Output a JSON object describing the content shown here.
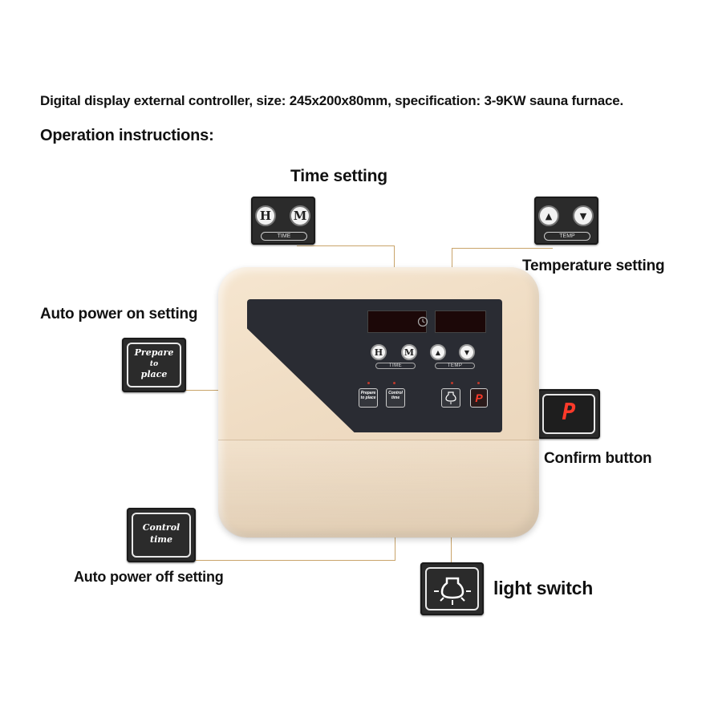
{
  "headline": "Digital display external controller, size: 245x200x80mm, specification: 3-9KW sauna furnace.",
  "section_title": "Operation instructions:",
  "labels": {
    "time_setting": "Time setting",
    "temperature_setting": "Temperature setting",
    "auto_power_on": "Auto power on setting",
    "confirm_button": "Confirm button",
    "auto_power_off": "Auto power off setting",
    "light_switch": "light switch"
  },
  "callouts": {
    "time": {
      "h": "H",
      "m": "M",
      "caption": "TIME"
    },
    "temp": {
      "up": "▲",
      "down": "▼",
      "caption": "TEMP"
    },
    "prepare": {
      "line1": "Prepare",
      "line2": "to",
      "line3": "place"
    },
    "confirm": {
      "display": "P"
    },
    "control": {
      "line1": "Control",
      "line2": "time"
    }
  },
  "device": {
    "time_caption": "TIME",
    "temp_caption": "TEMP",
    "h": "H",
    "m": "M",
    "prepare_btn": "Prepare to place",
    "control_btn": "Control time",
    "confirm_btn": "P"
  },
  "colors": {
    "device_shell": "#efdcc3",
    "panel": "#2a2c33",
    "led": "#ff2a1a",
    "leader_line": "#c9a46a"
  }
}
